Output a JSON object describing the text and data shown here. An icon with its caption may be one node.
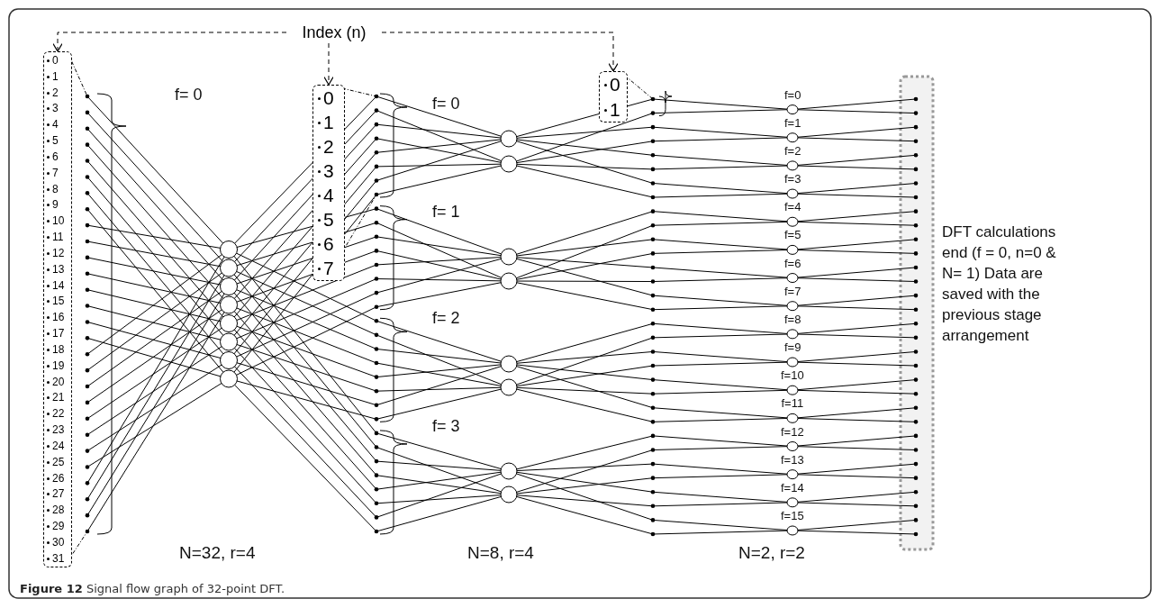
{
  "diagram": {
    "caption": "**Figure 12** Signal flow graph of 32-point DFT.",
    "nodes": [
      {
        "text": [
          "Index (n)"
        ]
      },
      {
        "text": [
          "0",
          "1",
          "2",
          "3",
          "4",
          "5",
          "6",
          "7",
          "8",
          "9",
          "10",
          "11",
          "12",
          "13",
          "14",
          "15",
          "16",
          "17",
          "18",
          "19",
          "20",
          "21",
          "22",
          "23",
          "24",
          "25",
          "26",
          "27",
          "28",
          "29",
          "30",
          "31"
        ]
      },
      {
        "text": [
          "0",
          "1",
          "2",
          "3",
          "4",
          "5",
          "6",
          "7"
        ]
      },
      {
        "text": [
          "0",
          "1"
        ]
      }
    ],
    "edges": [
      {
        "from": 0,
        "to": 1,
        "arrow": "to",
        "style": "dashed"
      },
      {
        "from": 0,
        "to": 2,
        "arrow": "to",
        "style": "dashed"
      },
      {
        "from": 0,
        "to": 3,
        "arrow": "to",
        "style": "dashed"
      }
    ],
    "labels": [
      "f= 0",
      "f= 0",
      "f= 1",
      "f= 2",
      "f= 3",
      "f=0",
      "f=1",
      "f=2",
      "f=3",
      "f=4",
      "f=5",
      "f=6",
      "f=7",
      "f=8",
      "f=9",
      "f=10",
      "f=11",
      "f=12",
      "f=13",
      "f=14",
      "f=15",
      "DFT calculations end (f = 0, n=0 & N= 1) Data are saved with the previous stage arrangement",
      "N=32, r=4",
      "N=8, r=4",
      "N=2, r=2"
    ]
  }
}
